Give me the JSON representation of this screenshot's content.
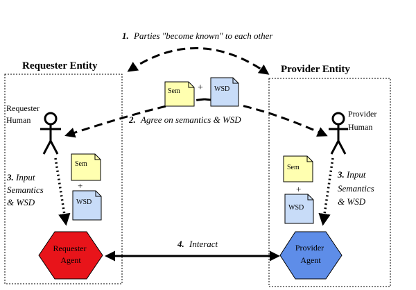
{
  "entities": {
    "requester": {
      "title": "Requester Entity",
      "human_line1": "Requester",
      "human_line2": "Human",
      "agent_line1": "Requester",
      "agent_line2": "Agent",
      "agent_color": "#e8141a"
    },
    "provider": {
      "title": "Provider Entity",
      "human_line1": "Provider",
      "human_line2": "Human",
      "agent_line1": "Provider",
      "agent_line2": "Agent",
      "agent_color": "#5e8de8"
    }
  },
  "steps": {
    "s1": {
      "num": "1.",
      "text": "Parties \"become known\" to each other"
    },
    "s2": {
      "num": "2.",
      "text": "Agree on semantics & WSD"
    },
    "s3_left": {
      "num": "3.",
      "line1": "Input",
      "line2": "Semantics",
      "line3": "& WSD"
    },
    "s3_right": {
      "num": "3.",
      "line1": "Input",
      "line2": "Semantics",
      "line3": "& WSD"
    },
    "s4": {
      "num": "4.",
      "text": "Interact"
    }
  },
  "documents": {
    "sem_label": "Sem",
    "wsd_label": "WSD",
    "plus": "+",
    "sem_color": "#ffffb0",
    "wsd_color": "#c8dcf8"
  }
}
